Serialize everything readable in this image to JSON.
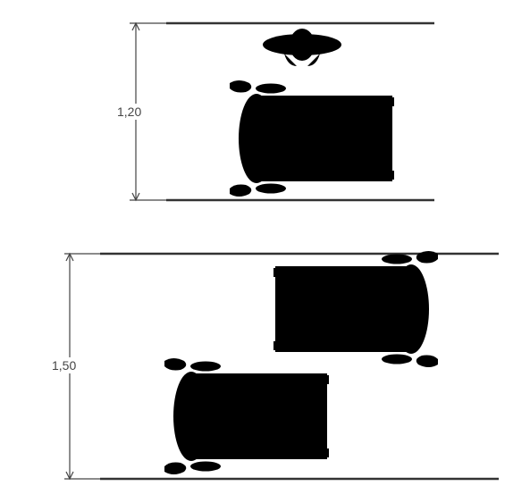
{
  "diagram": {
    "panels": [
      {
        "id": "corridor-narrow",
        "dimension_label": "1,20",
        "wheelchairs": 1,
        "standing_persons": 1
      },
      {
        "id": "corridor-wide",
        "dimension_label": "1,50",
        "wheelchairs": 2,
        "standing_persons": 0
      }
    ],
    "colors": {
      "line": "#3a3a3a",
      "background": "#ffffff"
    },
    "icons": [
      "wheelchair-user-top-view-icon",
      "standing-person-top-view-icon"
    ]
  }
}
